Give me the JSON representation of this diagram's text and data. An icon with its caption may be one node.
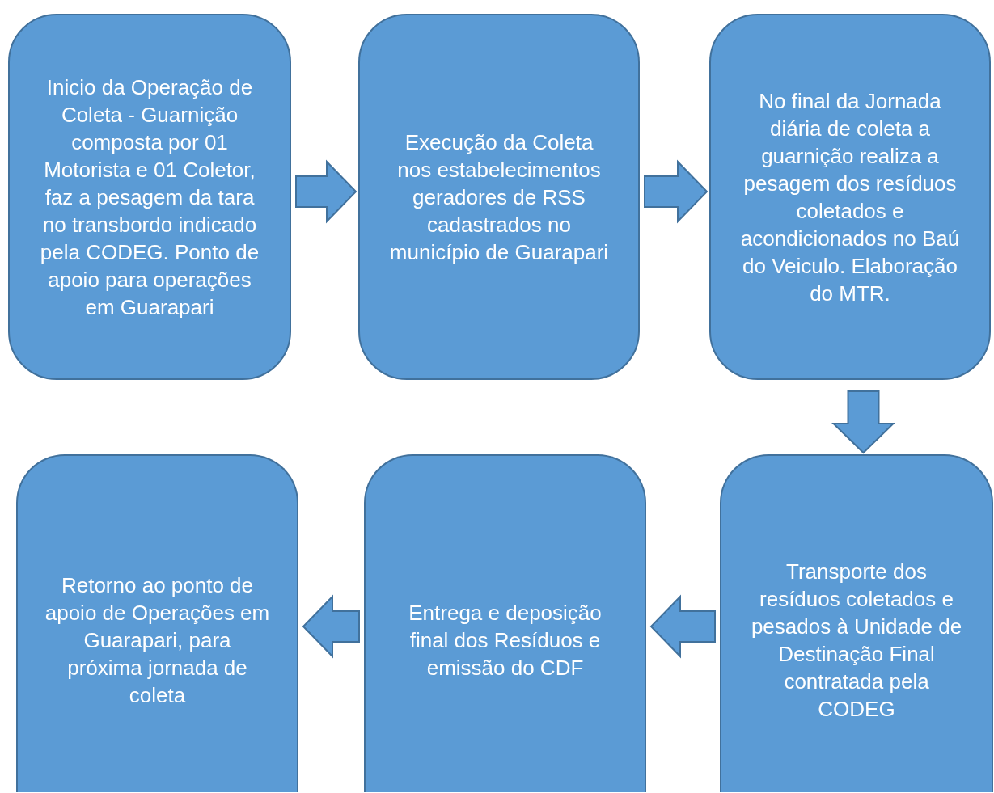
{
  "diagram": {
    "nodes": [
      {
        "text": [
          "Inicio da Operação de Coleta - Guarnição composta por 01 Motorista e 01 Coletor, faz a pesagem da tara no transbordo indicado pela CODEG. Ponto de apoio para operações em Guarapari"
        ]
      },
      {
        "text": [
          "Execução da Coleta nos estabelecimentos geradores de RSS cadastrados no município de Guarapari"
        ]
      },
      {
        "text": [
          "No final da Jornada diária de coleta a guarnição realiza a pesagem dos resíduos coletados e acondicionados no Baú do Veiculo. Elaboração do MTR."
        ]
      },
      {
        "text": [
          "Transporte dos resíduos coletados e pesados à Unidade de Destinação Final contratada pela CODEG"
        ]
      },
      {
        "text": [
          "Entrega e deposição final dos Resíduos e emissão do CDF"
        ]
      },
      {
        "text": [
          "Retorno ao ponto de apoio de Operações em Guarapari, para próxima jornada de coleta"
        ]
      }
    ],
    "edges": [
      {
        "from": 0,
        "to": 1,
        "arrow": "to"
      },
      {
        "from": 1,
        "to": 2,
        "arrow": "to"
      },
      {
        "from": 2,
        "to": 3,
        "arrow": "to"
      },
      {
        "from": 3,
        "to": 4,
        "arrow": "to"
      },
      {
        "from": 4,
        "to": 5,
        "arrow": "to"
      }
    ]
  }
}
